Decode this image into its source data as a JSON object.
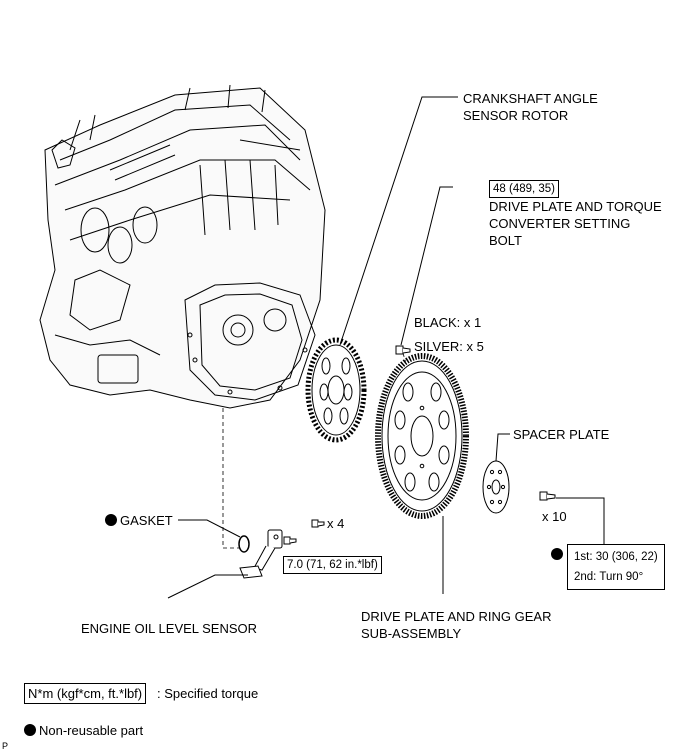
{
  "labels": {
    "crankshaft_rotor": [
      "CRANKSHAFT ANGLE",
      "SENSOR ROTOR"
    ],
    "setting_bolt": [
      "DRIVE PLATE AND TORQUE",
      "CONVERTER SETTING",
      "BOLT"
    ],
    "black_qty": "BLACK: x 1",
    "silver_qty": "SILVER: x 5",
    "spacer_plate": "SPACER PLATE",
    "bolt_qty_10": "x 10",
    "gasket": "GASKET",
    "sensor_bolt_qty": "x 4",
    "oil_level_sensor": "ENGINE OIL LEVEL SENSOR",
    "drive_plate_ring_gear": [
      "DRIVE PLATE AND RING GEAR",
      "SUB-ASSEMBLY"
    ],
    "corner_mark": "P"
  },
  "torque": {
    "setting_bolt": "48 (489, 35)",
    "oil_sensor_bolt": "7.0 (71, 62 in.*lbf)",
    "spacer_bolt_1st": "1st: 30 (306, 22)",
    "spacer_bolt_2nd": "2nd: Turn 90°"
  },
  "legend": {
    "torque_unit": "N*m (kgf*cm, ft.*lbf)",
    "torque_desc": ": Specified torque",
    "non_reusable": "Non-reusable part"
  }
}
